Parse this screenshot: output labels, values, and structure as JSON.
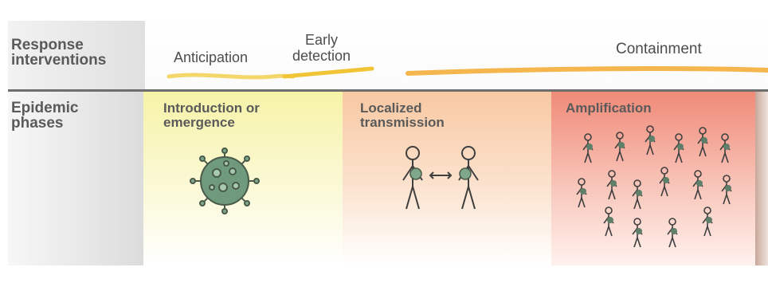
{
  "rows": {
    "response_label": "Response\ninterventions",
    "phases_label": "Epidemic\nphases"
  },
  "interventions": {
    "anticipation": "Anticipation",
    "early_detection": "Early\ndetection",
    "containment": "Containment"
  },
  "phases": [
    {
      "title": "Introduction or\nemergence",
      "icon": "virus-icon"
    },
    {
      "title": "Localized\ntransmission",
      "icon": "two-people-transmission-icon"
    },
    {
      "title": "Amplification",
      "icon": "crowd-icon"
    }
  ],
  "colors": {
    "phase_1": "#f6f3a8",
    "phase_2": "#f8c8a2",
    "phase_3": "#f08a78",
    "intervention_stroke": "#f2c23a"
  }
}
